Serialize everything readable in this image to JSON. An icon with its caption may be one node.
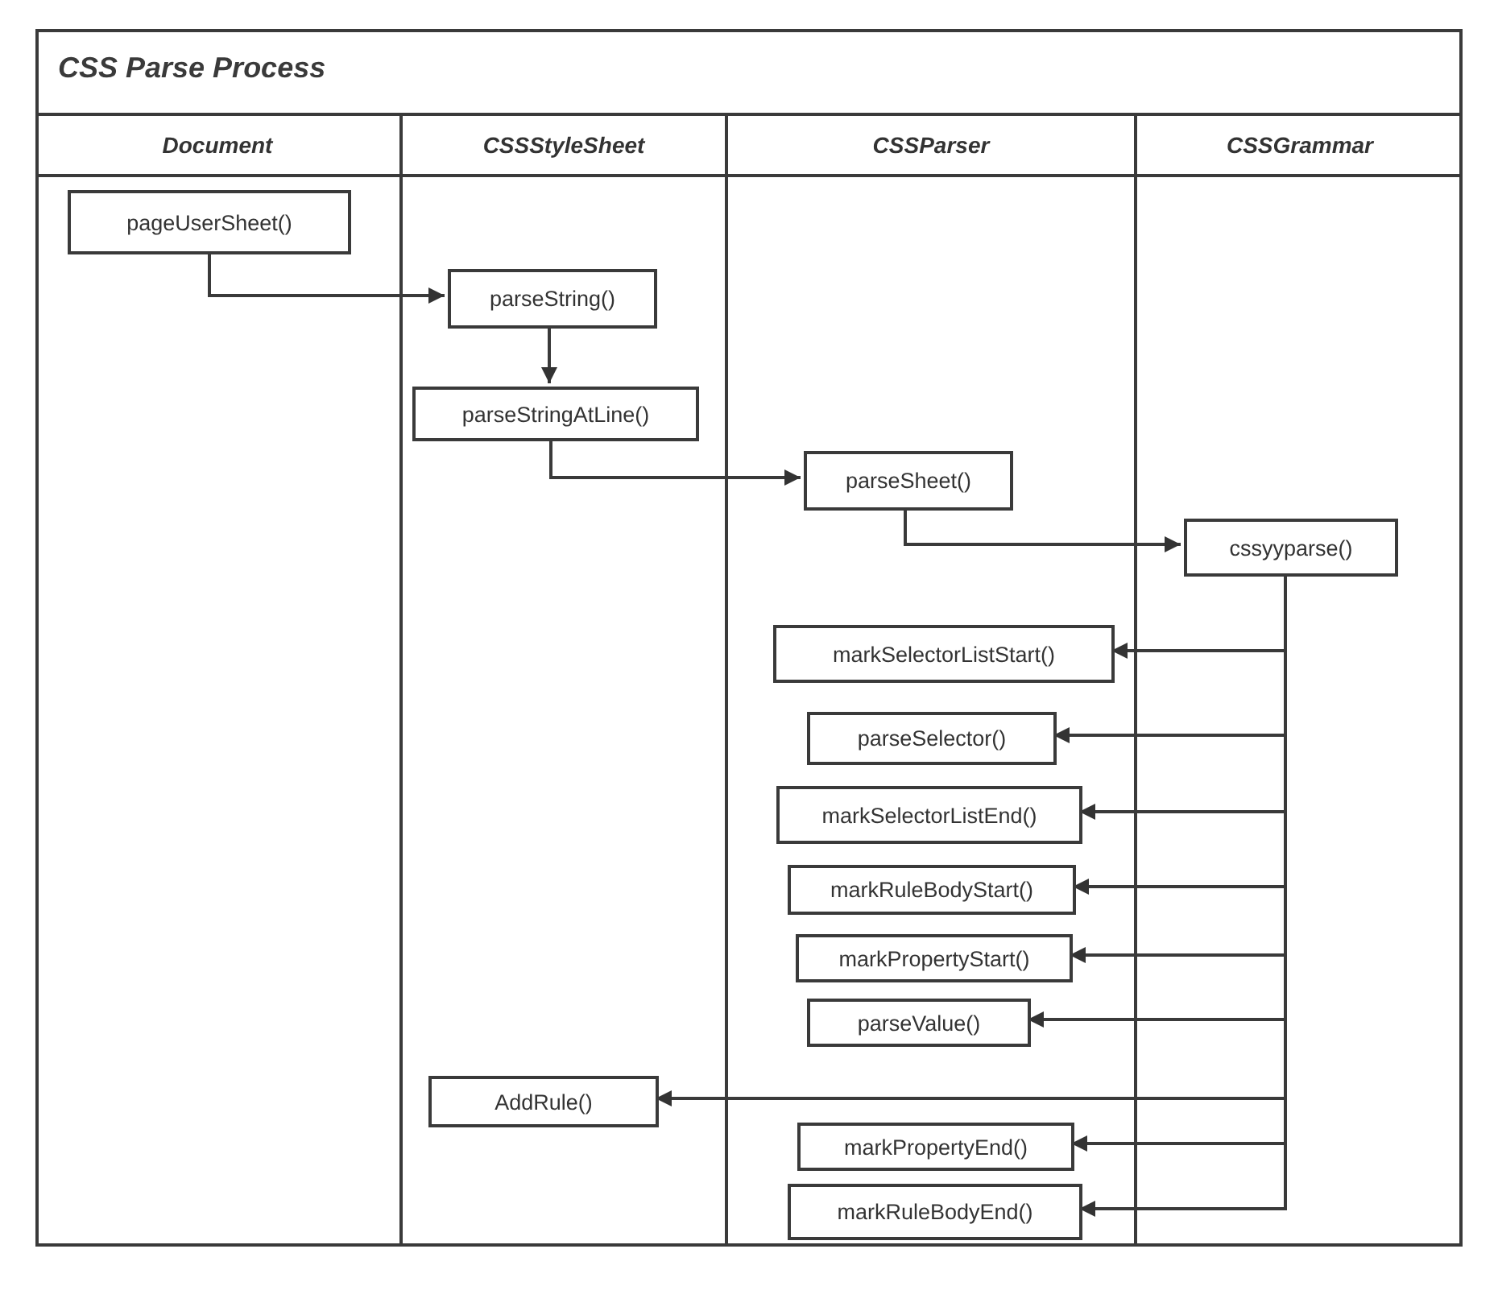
{
  "diagram": {
    "title": "CSS Parse Process",
    "nodes": [
      {
        "text": [
          "Document"
        ]
      },
      {
        "text": [
          "CSSStyleSheet"
        ]
      },
      {
        "text": [
          "CSSParser"
        ]
      },
      {
        "text": [
          "CSSGrammar"
        ]
      },
      {
        "text": [
          "pageUserSheet()"
        ],
        "in": 0
      },
      {
        "text": [
          "parseString()"
        ],
        "in": 1
      },
      {
        "text": [
          "parseStringAtLine()"
        ],
        "in": 1
      },
      {
        "text": [
          "parseSheet()"
        ],
        "in": 2
      },
      {
        "text": [
          "cssyyparse()"
        ],
        "in": 3
      },
      {
        "text": [
          "markSelectorListStart()"
        ],
        "in": 2
      },
      {
        "text": [
          "parseSelector()"
        ],
        "in": 2
      },
      {
        "text": [
          "markSelectorListEnd()"
        ],
        "in": 2
      },
      {
        "text": [
          "markRuleBodyStart()"
        ],
        "in": 2
      },
      {
        "text": [
          "markPropertyStart()"
        ],
        "in": 2
      },
      {
        "text": [
          "parseValue()"
        ],
        "in": 2
      },
      {
        "text": [
          "AddRule()"
        ],
        "in": 1
      },
      {
        "text": [
          "markPropertyEnd()"
        ],
        "in": 2
      },
      {
        "text": [
          "markRuleBodyEnd()"
        ],
        "in": 2
      }
    ],
    "edges": [
      {
        "from": 4,
        "to": 5,
        "arrow": "to"
      },
      {
        "from": 5,
        "to": 6,
        "arrow": "to"
      },
      {
        "from": 6,
        "to": 7,
        "arrow": "to"
      },
      {
        "from": 7,
        "to": 8,
        "arrow": "to"
      },
      {
        "from": 8,
        "to": 9,
        "arrow": "to"
      },
      {
        "from": 8,
        "to": 10,
        "arrow": "to"
      },
      {
        "from": 8,
        "to": 11,
        "arrow": "to"
      },
      {
        "from": 8,
        "to": 12,
        "arrow": "to"
      },
      {
        "from": 8,
        "to": 13,
        "arrow": "to"
      },
      {
        "from": 8,
        "to": 14,
        "arrow": "to"
      },
      {
        "from": 8,
        "to": 15,
        "arrow": "to"
      },
      {
        "from": 8,
        "to": 16,
        "arrow": "to"
      },
      {
        "from": 8,
        "to": 17,
        "arrow": "to"
      }
    ]
  }
}
